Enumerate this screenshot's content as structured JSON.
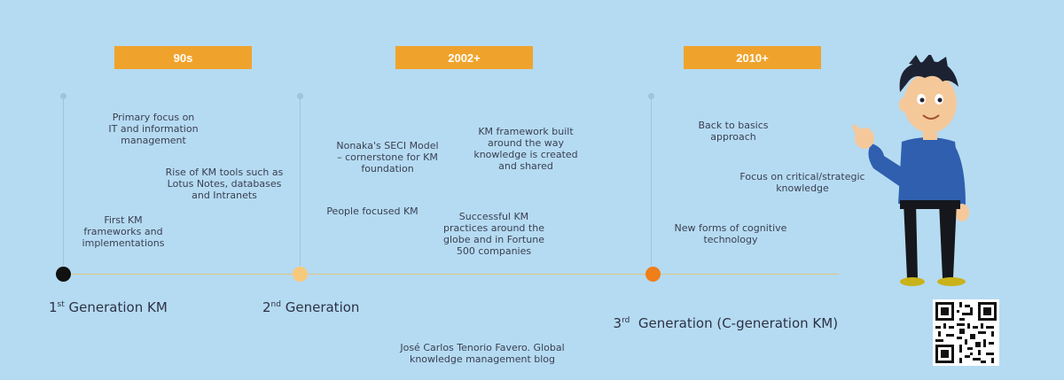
{
  "eras": {
    "e1": "90s",
    "e2": "2002+",
    "e3": "2010+"
  },
  "notes": {
    "n1": [
      "Primary focus on",
      "IT and information",
      "management"
    ],
    "n2": [
      "Rise of KM tools such as",
      "Lotus Notes, databases",
      "and Intranets"
    ],
    "n3": [
      "First KM",
      "frameworks and",
      "implementations"
    ],
    "n4": [
      "Nonaka's SECI Model",
      "– cornerstone for KM",
      "foundation"
    ],
    "n5": [
      "People focused KM"
    ],
    "n6": [
      "KM framework built",
      "around the way",
      "knowledge is created",
      "and shared"
    ],
    "n7": [
      "Successful KM",
      "practices around the",
      "globe and in Fortune",
      "500 companies"
    ],
    "n8": [
      "Back to basics",
      "approach"
    ],
    "n9": [
      "Focus on critical/strategic",
      "knowledge"
    ],
    "n10": [
      "New forms of cognitive",
      "technology"
    ]
  },
  "generations": {
    "g1": {
      "num": "1",
      "sup": "st",
      "text": " Generation KM"
    },
    "g2": {
      "num": "2",
      "sup": "nd",
      "text": " Generation"
    },
    "g3": {
      "num": "3",
      "sup": "rd",
      "text": "  Generation (C-generation KM)"
    }
  },
  "credit": "José Carlos Tenorio Favero. Global knowledge management blog",
  "colors": {
    "background": "#b5dbf2",
    "era_label": "#f0a32c",
    "node_1": "#111111",
    "node_2": "#f7c97b",
    "node_3": "#f07f1a",
    "axis": "#e0c47c"
  }
}
